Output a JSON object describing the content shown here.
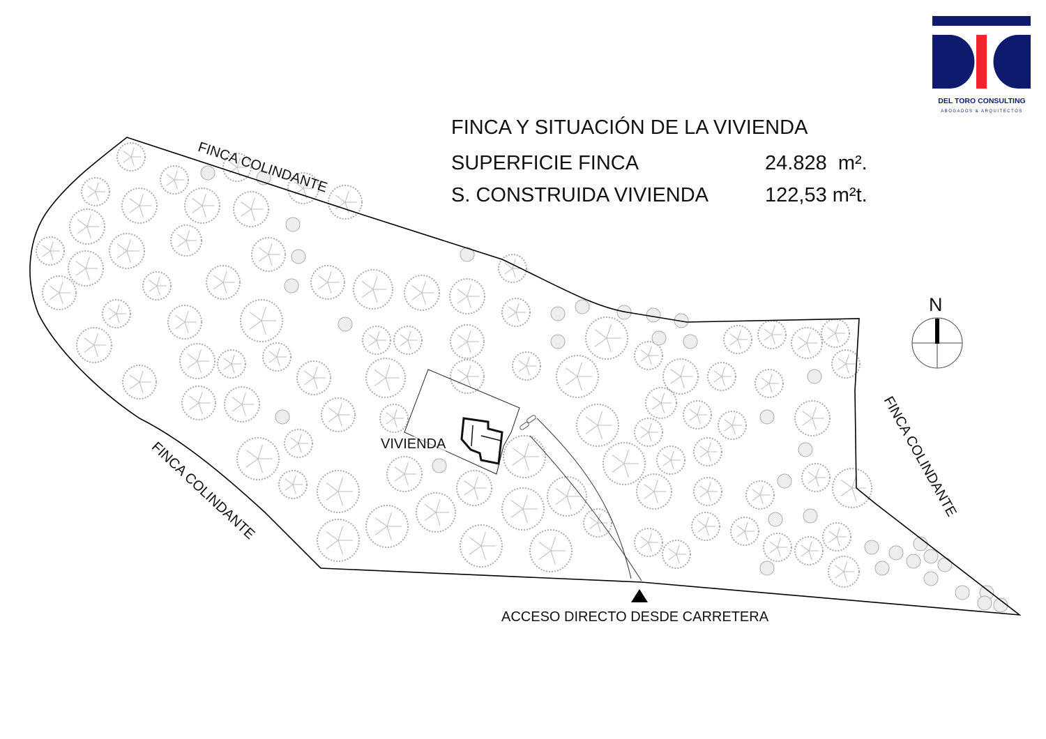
{
  "title": "FINCA Y SITUACIÓN DE LA VIVIENDA",
  "rows": [
    {
      "label": "SUPERFICIE FINCA",
      "value": "24.828  m²."
    },
    {
      "label": "S. CONSTRUIDA VIVIENDA",
      "value": "122,53 m²t."
    }
  ],
  "labels": {
    "neighbor_top": "FINCA COLINDANTE",
    "neighbor_left": "FINCA COLINDANTE",
    "neighbor_right": "FINCA COLINDANTE",
    "house": "VIVIENDA",
    "access": "ACCESO DIRECTO DESDE CARRETERA",
    "north": "N"
  },
  "logo": {
    "name": "DEL TORO CONSULTING",
    "subtitle": "ABOGADOS & ARQUITECTOS",
    "colors": {
      "blue": "#0d1a6e",
      "red": "#f0262a"
    }
  }
}
